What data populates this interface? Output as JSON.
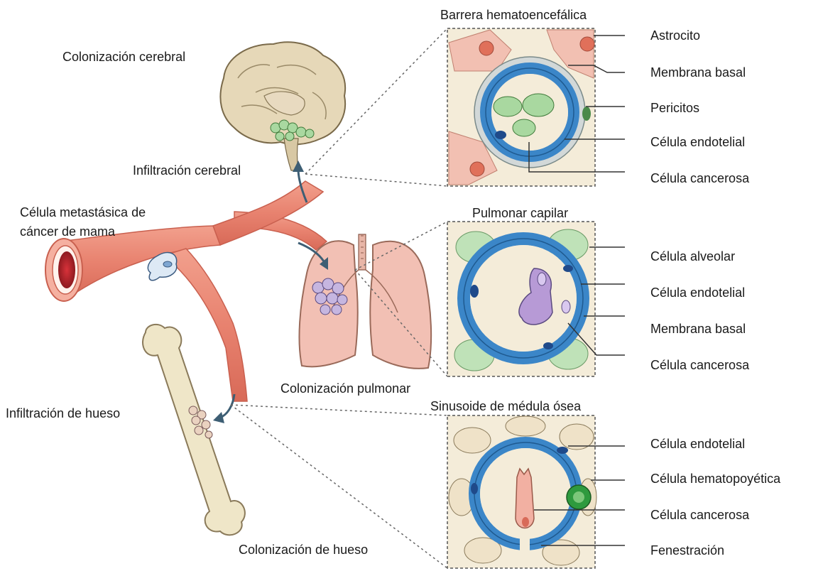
{
  "organ_labels": {
    "brain_colonization": "Colonización  cerebral",
    "brain_infiltration": "Infiltración cerebral",
    "metastatic_cell_line1": "Célula metastásica de",
    "metastatic_cell_line2": "cáncer de mama",
    "lung_colonization": "Colonización pulmonar",
    "bone_infiltration": "Infiltración de hueso",
    "bone_colonization": "Colonización de hueso"
  },
  "panels": {
    "brain": {
      "title": "Barrera hematoencefálica",
      "labels": [
        "Astrocito",
        "Membrana basal",
        "Pericitos",
        "Célula endotelial",
        "Célula cancerosa"
      ]
    },
    "lung": {
      "title": "Pulmonar capilar",
      "labels": [
        "Célula alveolar",
        "Célula endotelial",
        "Membrana basal",
        "Célula cancerosa"
      ]
    },
    "bone": {
      "title": "Sinusoide de médula ósea",
      "labels": [
        "Célula endotelial",
        "Célula hematopoyética",
        "Célula cancerosa",
        "Fenestración"
      ]
    }
  },
  "colors": {
    "vessel": "#e8826f",
    "vessel_blue": "#3b86c8",
    "brain": "#e6d8b8",
    "lung": "#f2c0b4",
    "bone": "#efe6c8",
    "green_cell": "#9fd19a",
    "purple_cell": "#b79ad6",
    "panel_bg": "#f4ecd9"
  }
}
